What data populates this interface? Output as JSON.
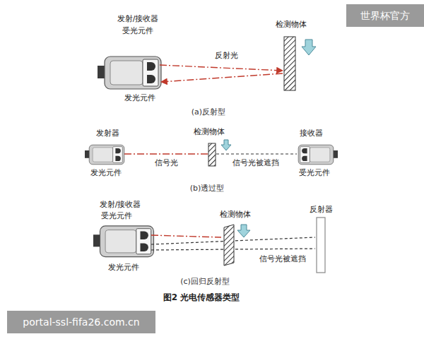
{
  "diagram": {
    "caption": "图2 光电传感器类型",
    "labels": [
      "发射/接收器",
      "受光元件",
      "发光元件",
      "反射光",
      "检测物体",
      "(a)反射型",
      "发射器",
      "发光元件",
      "信号光",
      "检测物体",
      "信号光被遮挡",
      "接收器",
      "受光元件",
      "(b)透过型",
      "发射/接收器",
      "受光元件",
      "发光元件",
      "检测物体",
      "信号光被遮挡",
      "反射器",
      "(c)回归反射型",
      "世界杯官方",
      "portal-ssl-fifa26.com.cn"
    ]
  }
}
